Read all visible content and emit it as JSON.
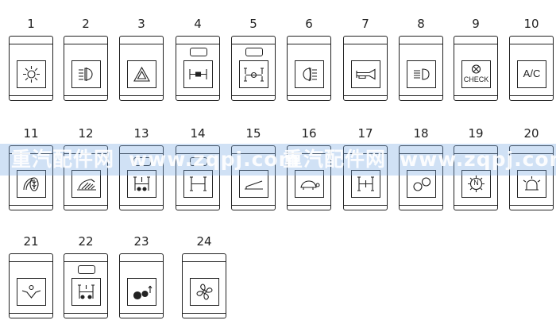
{
  "switches": [
    {
      "number": "1",
      "icon": "work-light-icon",
      "indicator": false
    },
    {
      "number": "2",
      "icon": "rear-fog-lamp-icon",
      "indicator": false
    },
    {
      "number": "3",
      "icon": "hazard-warning-icon",
      "indicator": false
    },
    {
      "number": "4",
      "icon": "axle-differential-lock-icon",
      "indicator": true
    },
    {
      "number": "5",
      "icon": "inter-axle-differential-lock-icon",
      "indicator": true
    },
    {
      "number": "6",
      "icon": "front-fog-lamp-icon",
      "indicator": false
    },
    {
      "number": "7",
      "icon": "air-horn-icon",
      "indicator": false
    },
    {
      "number": "8",
      "icon": "headlamp-icon",
      "indicator": false
    },
    {
      "number": "9",
      "icon": "check-icon",
      "indicator": false,
      "label": "CHECK"
    },
    {
      "number": "10",
      "icon": "air-conditioning-icon",
      "indicator": false,
      "label": "A/C"
    },
    {
      "number": "11",
      "icon": "air-filter-icon",
      "indicator": false
    },
    {
      "number": "12",
      "icon": "windshield-heater-icon",
      "indicator": false
    },
    {
      "number": "13",
      "icon": "rear-axle-lock-icon",
      "indicator": true
    },
    {
      "number": "14",
      "icon": "axle-lock-icon",
      "indicator": true
    },
    {
      "number": "15",
      "icon": "tipping-body-icon",
      "indicator": false
    },
    {
      "number": "16",
      "icon": "slow-turtle-icon",
      "indicator": false
    },
    {
      "number": "17",
      "icon": "center-axle-lock-icon",
      "indicator": false
    },
    {
      "number": "18",
      "icon": "range-select-icon",
      "indicator": false
    },
    {
      "number": "19",
      "icon": "neutral-gear-icon",
      "indicator": false,
      "label": "N"
    },
    {
      "number": "20",
      "icon": "beacon-light-icon",
      "indicator": false
    },
    {
      "number": "21",
      "icon": "seat-heating-icon",
      "indicator": false
    },
    {
      "number": "22",
      "icon": "full-axle-lock-icon",
      "indicator": true
    },
    {
      "number": "23",
      "icon": "range-low-high-icon",
      "indicator": false
    },
    {
      "number": "24",
      "icon": "fan-icon",
      "indicator": false
    }
  ],
  "watermark": {
    "text_1": "重汽配件网",
    "text_2": "www.zqpj.com",
    "text_3": "重汽配件网",
    "text_4": "www.zqpj.com",
    "color": "#78aae1"
  },
  "colors": {
    "line": "#222222",
    "background": "#ffffff"
  }
}
